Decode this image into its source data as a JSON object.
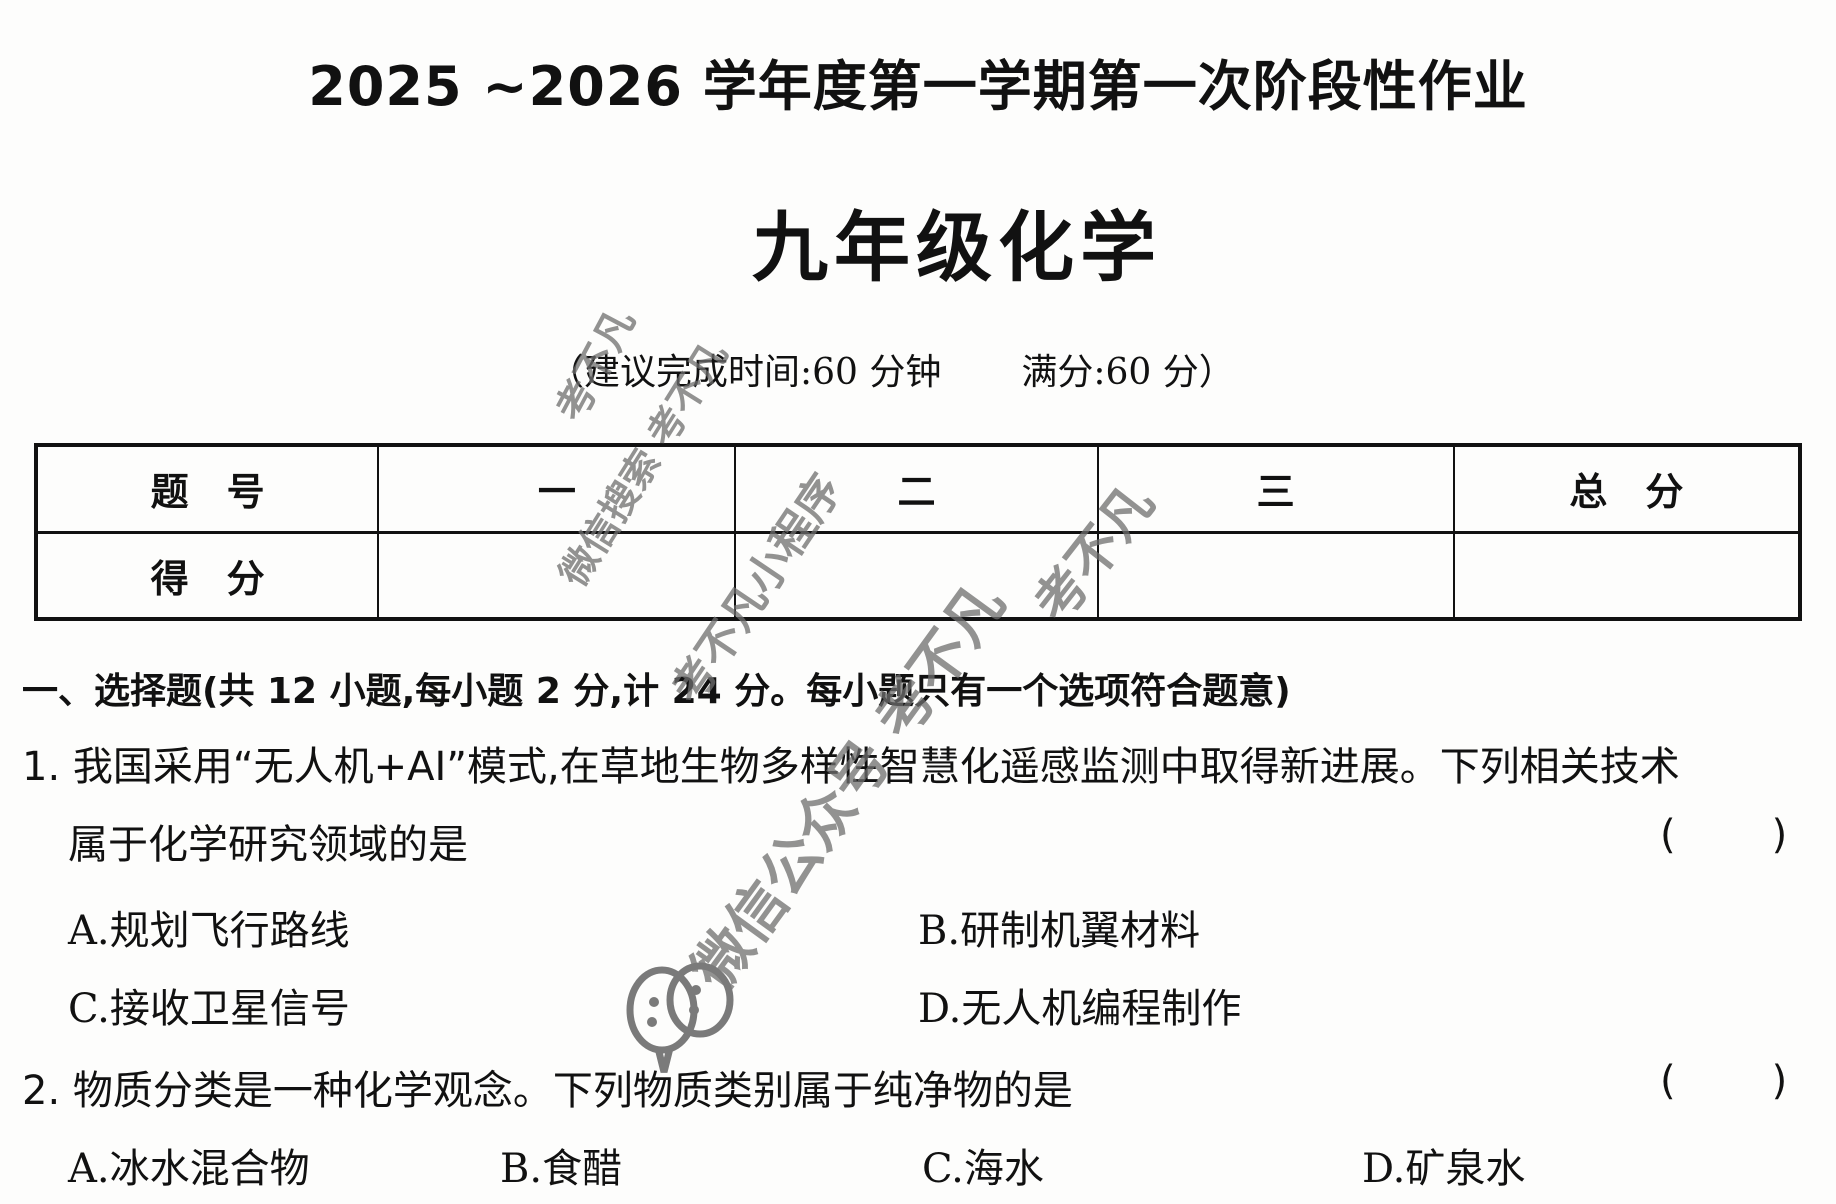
{
  "header": {
    "title": "2025 ~2026 学年度第一学期第一次阶段性作业",
    "subject": "九年级化学",
    "subtitle_time": "（建议完成时间:60 分钟",
    "subtitle_score": "满分:60 分）"
  },
  "score_table": {
    "row_labels": [
      "题　号",
      "得　分"
    ],
    "columns": [
      "一",
      "二",
      "三",
      "总　分"
    ],
    "scores": [
      "",
      "",
      "",
      ""
    ]
  },
  "section1": {
    "heading": "一、选择题(共 12 小题,每小题 2 分,计 24 分。每小题只有一个选项符合题意)"
  },
  "questions": [
    {
      "line1": "1. 我国采用“无人机+AI”模式,在草地生物多样性智慧化遥感监测中取得新进展。下列相关技术",
      "line2": "属于化学研究领域的是",
      "answer_paren_open": "(",
      "answer_paren_close": ")",
      "options": [
        {
          "letter": "A.",
          "text": "规划飞行路线"
        },
        {
          "letter": "B.",
          "text": "研制机翼材料"
        },
        {
          "letter": "C.",
          "text": "接收卫星信号"
        },
        {
          "letter": "D.",
          "text": "无人机编程制作"
        }
      ]
    },
    {
      "line1": "2. 物质分类是一种化学观念。下列物质类别属于纯净物的是",
      "answer_paren_open": "(",
      "answer_paren_close": ")",
      "options": [
        {
          "letter": "A.",
          "text": "冰水混合物"
        },
        {
          "letter": "B.",
          "text": "食醋"
        },
        {
          "letter": "C.",
          "text": "海水"
        },
        {
          "letter": "D.",
          "text": "矿泉水"
        }
      ]
    }
  ],
  "watermarks": {
    "w1": "考不凡",
    "w2": "微信搜索 考不凡",
    "w3": "考不凡小程序",
    "w4": "考不凡",
    "w5": "微信公众号 考不凡"
  },
  "colors": {
    "text": "#111111",
    "background": "#fdfdfc",
    "watermark": "#6e6e6e"
  }
}
